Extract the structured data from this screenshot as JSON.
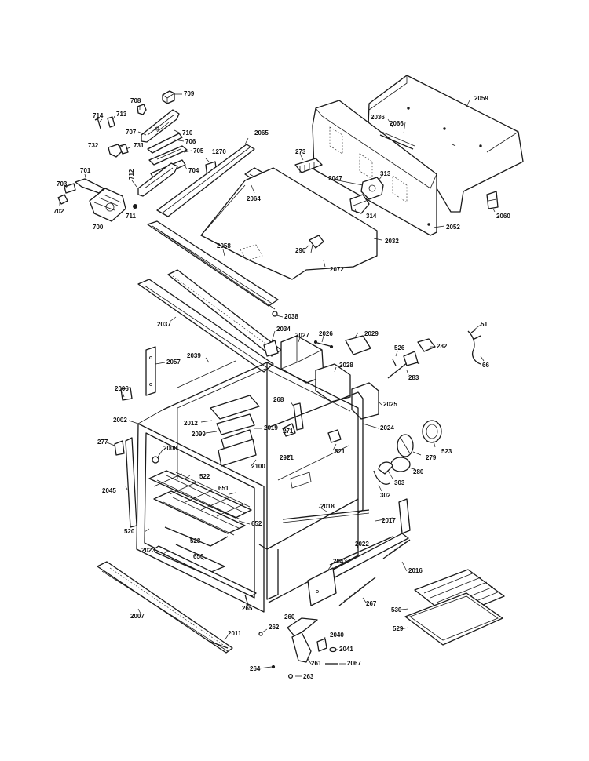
{
  "labels": {
    "p709": "709",
    "p708": "708",
    "p714": "714",
    "p713": "713",
    "p707": "707",
    "p710": "710",
    "p706": "706",
    "p732": "732",
    "p731": "731",
    "p705": "705",
    "p704": "704",
    "p712": "712",
    "p701": "701",
    "p703": "703",
    "p702": "702",
    "p700": "700",
    "p711": "711",
    "p1270": "1270",
    "p2065": "2065",
    "p2036": "2036",
    "p2066": "2066",
    "p2059": "2059",
    "p273": "273",
    "p2047": "2047",
    "p313": "313",
    "p314": "314",
    "p2064": "2064",
    "p2052": "2052",
    "p2060": "2060",
    "p2032": "2032",
    "p290": "290",
    "p2072": "2072",
    "p2058": "2058",
    "p2038": "2038",
    "p2037": "2037",
    "p2034": "2034",
    "p2027": "2027",
    "p2026": "2026",
    "p2029": "2029",
    "p526": "526",
    "p282": "282",
    "p51": "51",
    "p66": "66",
    "p2057": "2057",
    "p2039": "2039",
    "p2028": "2028",
    "p283": "283",
    "p2006": "2006",
    "p2002": "2002",
    "p268": "268",
    "p2025": "2025",
    "p2012": "2012",
    "p2099": "2099",
    "p2019": "2019",
    "p271": "271",
    "p2024": "2024",
    "p277": "277",
    "p2008": "2008",
    "p2021": "2021",
    "p521": "521",
    "p279": "279",
    "p523": "523",
    "p2100": "2100",
    "p280": "280",
    "p522": "522",
    "p303": "303",
    "p2045": "2045",
    "p651": "651",
    "p302": "302",
    "p2018": "2018",
    "p652": "652",
    "p2017": "2017",
    "p520": "520",
    "p528": "528",
    "p2022": "2022",
    "p2023": "2023",
    "p650": "650",
    "p2016": "2016",
    "p2043": "2043",
    "p267": "267",
    "p265": "265",
    "p530": "530",
    "p2007": "2007",
    "p260": "260",
    "p529": "529",
    "p262": "262",
    "p2040": "2040",
    "p2011": "2011",
    "p2041": "2041",
    "p264": "264",
    "p261": "261",
    "p2067": "2067",
    "p263": "263"
  }
}
